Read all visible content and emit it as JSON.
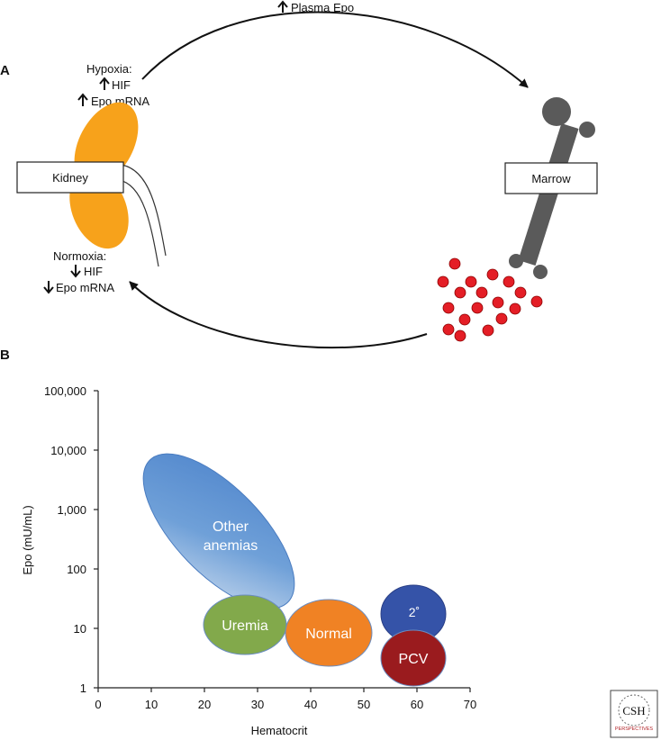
{
  "panel_a": {
    "letter": "A",
    "top_arrow_text": "Plasma Epo",
    "hypoxia": {
      "title": "Hypoxia:",
      "line1": "HIF",
      "line2": "Epo mRNA"
    },
    "normoxia": {
      "title": "Normoxia:",
      "line1": "HIF",
      "line2": "Epo mRNA"
    },
    "kidney_label": "Kidney",
    "marrow_label": "Marrow",
    "colors": {
      "kidney": "#F7A21B",
      "bone": "#5A5A5A",
      "rbc": "#E41E26"
    }
  },
  "panel_b": {
    "letter": "B",
    "logo": {
      "text": "CSH",
      "subtext": "PERSPECTIVES"
    }
  },
  "chart_data": {
    "type": "scatter",
    "xlabel": "Hematocrit",
    "ylabel": "Epo (mU/mL)",
    "xlim": [
      0,
      70
    ],
    "ylim": [
      1,
      100000
    ],
    "y_scale": "log",
    "x_ticks": [
      "0",
      "10",
      "20",
      "30",
      "40",
      "50",
      "60",
      "70"
    ],
    "y_ticks": [
      "1",
      "10",
      "100",
      "1,000",
      "10,000",
      "100,000"
    ],
    "regions": [
      {
        "name": "Other anemias",
        "line1": "Other",
        "line2": "anemias",
        "color": "#5A91D0"
      },
      {
        "name": "Uremia",
        "line1": "Uremia",
        "color": "#82A94B"
      },
      {
        "name": "Normal",
        "line1": "Normal",
        "color": "#F08224"
      },
      {
        "name": "2˚",
        "line1": "2˚",
        "color": "#3553A8"
      },
      {
        "name": "PCV",
        "line1": "PCV",
        "color": "#9A1B1E"
      }
    ]
  }
}
